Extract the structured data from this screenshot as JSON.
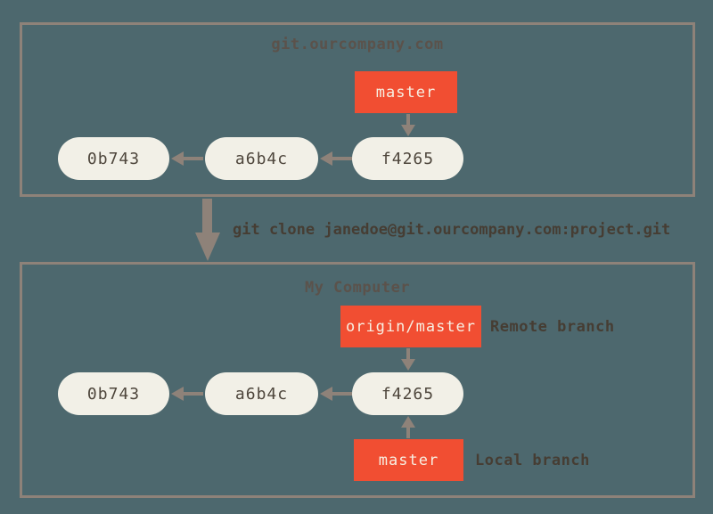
{
  "server_box": {
    "title": "git.ourcompany.com",
    "branch_label": "master",
    "commits": [
      "0b743",
      "a6b4c",
      "f4265"
    ]
  },
  "clone_command": "git clone janedoe@git.ourcompany.com:project.git",
  "computer_box": {
    "title": "My Computer",
    "remote_branch_label": "origin/master",
    "remote_branch_annotation": "Remote branch",
    "local_branch_label": "master",
    "local_branch_annotation": "Local branch",
    "commits": [
      "0b743",
      "a6b4c",
      "f4265"
    ]
  },
  "colors": {
    "background": "#4d686e",
    "line_and_border": "#8e8279",
    "commit_fill": "#f2f0e7",
    "commit_text": "#4e463c",
    "branch_fill": "#f14e32",
    "branch_text": "#f7efe2",
    "label_text": "#463d33"
  }
}
